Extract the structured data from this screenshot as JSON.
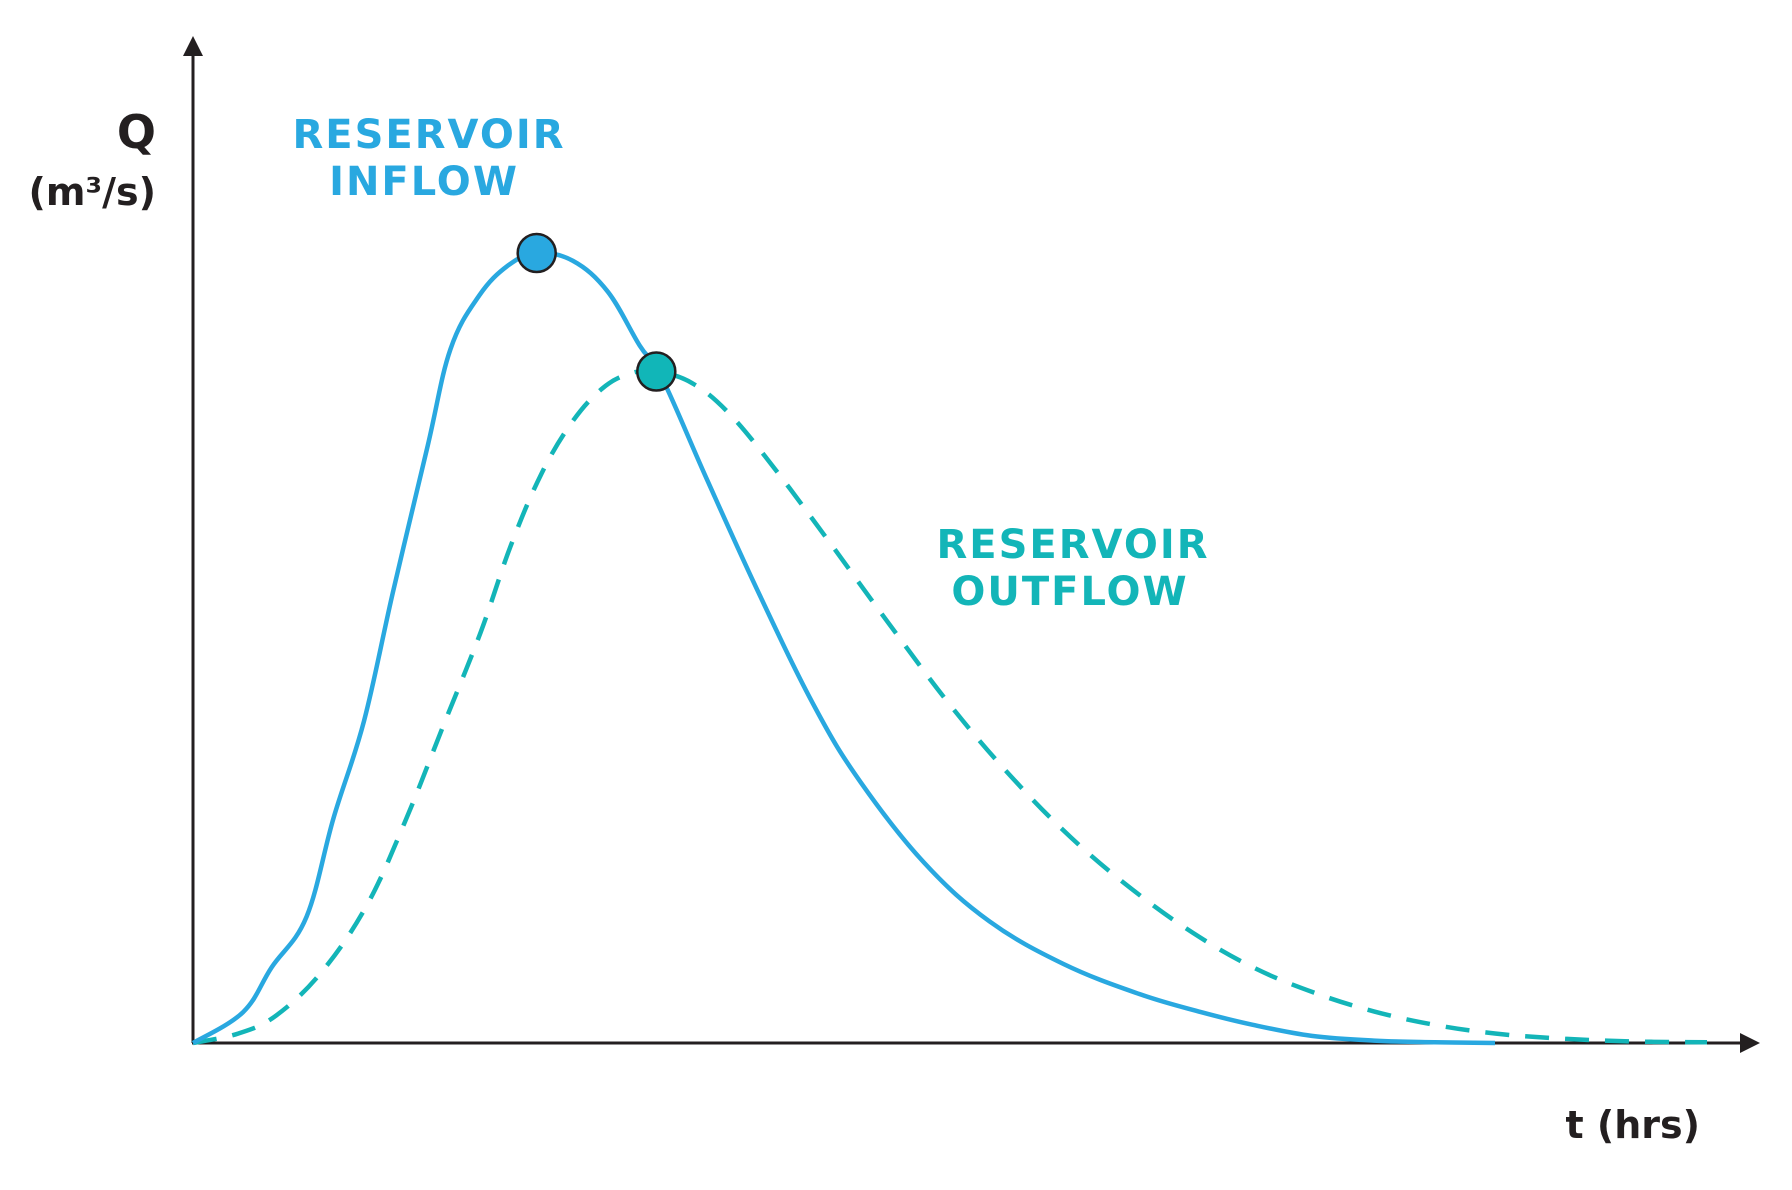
{
  "chart_data": {
    "type": "line",
    "title": "",
    "ylabel": {
      "symbol": "Q",
      "unit": "(m³/s)"
    },
    "xlabel": "t  (hrs)",
    "grid": false,
    "legend": "inline labels",
    "axis_arrows": true,
    "xlim": [
      0,
      100
    ],
    "ylim": [
      0,
      100
    ],
    "series": [
      {
        "key": "inflow",
        "label_lines": [
          "RESERVOIR",
          "INFLOW"
        ],
        "color": "#29a8e0",
        "style": "solid",
        "peak": [
          22.7,
          100
        ],
        "points": [
          [
            0,
            0
          ],
          [
            3.3,
            3.9
          ],
          [
            5.2,
            9.6
          ],
          [
            7.5,
            16.0
          ],
          [
            9.3,
            28.6
          ],
          [
            11.3,
            40.8
          ],
          [
            13.2,
            57.0
          ],
          [
            15.5,
            75.6
          ],
          [
            17.0,
            87.8
          ],
          [
            18.9,
            94.6
          ],
          [
            20.8,
            98.4
          ],
          [
            22.7,
            100
          ],
          [
            25.1,
            99.0
          ],
          [
            27.4,
            95.1
          ],
          [
            29.5,
            88.3
          ],
          [
            31.0,
            84.1
          ],
          [
            34.0,
            71.1
          ],
          [
            37.5,
            56.4
          ],
          [
            41.1,
            42.4
          ],
          [
            44.1,
            33.0
          ],
          [
            48.3,
            22.8
          ],
          [
            52.6,
            15.4
          ],
          [
            57.5,
            10.0
          ],
          [
            62.5,
            6.2
          ],
          [
            66.6,
            3.9
          ],
          [
            70.0,
            2.3
          ],
          [
            73.9,
            0.9
          ],
          [
            78.0,
            0.3
          ],
          [
            82.0,
            0.1
          ],
          [
            86.0,
            0.0
          ]
        ]
      },
      {
        "key": "outflow",
        "label_lines": [
          "RESERVOIR",
          "OUTFLOW"
        ],
        "color": "#13b5b8",
        "style": "dashed",
        "peak": [
          30.6,
          85.0
        ],
        "points": [
          [
            0,
            0
          ],
          [
            3.0,
            1.2
          ],
          [
            5.5,
            3.5
          ],
          [
            8.5,
            9.0
          ],
          [
            11.5,
            17.5
          ],
          [
            14.0,
            28.0
          ],
          [
            16.5,
            40.0
          ],
          [
            19.0,
            52.0
          ],
          [
            21.0,
            63.0
          ],
          [
            23.0,
            72.0
          ],
          [
            25.0,
            78.5
          ],
          [
            27.0,
            82.8
          ],
          [
            28.8,
            84.7
          ],
          [
            30.6,
            85.0
          ],
          [
            33.0,
            83.5
          ],
          [
            35.5,
            79.5
          ],
          [
            38.5,
            72.5
          ],
          [
            42.0,
            63.5
          ],
          [
            46.0,
            53.0
          ],
          [
            50.0,
            42.8
          ],
          [
            54.0,
            33.8
          ],
          [
            58.0,
            26.0
          ],
          [
            62.0,
            19.5
          ],
          [
            66.0,
            14.0
          ],
          [
            70.0,
            9.6
          ],
          [
            74.0,
            6.4
          ],
          [
            78.0,
            4.0
          ],
          [
            82.0,
            2.3
          ],
          [
            86.0,
            1.2
          ],
          [
            90.0,
            0.6
          ],
          [
            95.0,
            0.2
          ],
          [
            100.0,
            0.1
          ]
        ]
      }
    ],
    "marker_colors": {
      "inflow": "#29a8e0",
      "outflow": "#11b6b8",
      "stroke": "#231f20"
    },
    "axis_color": "#231f20"
  }
}
